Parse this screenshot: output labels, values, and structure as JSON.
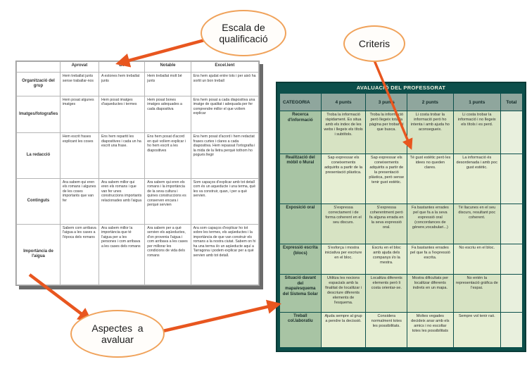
{
  "callouts": {
    "escala": [
      "Escala de",
      "qualificació"
    ],
    "criteris": "Criteris",
    "aspectes": [
      "Aspectes  a",
      "avaluar"
    ]
  },
  "left_rubric": {
    "headers": [
      "",
      "Aprovat",
      "Bé",
      "Notable",
      "Excel.lent"
    ],
    "rows": [
      {
        "label": "Organització del grup",
        "cells": [
          "Hem treballat junts sense traballar-nos",
          "A estones hem treballat junts",
          "Hem treballat molt bé junts",
          "Ens hem ajudat entre tots i per això ha sortit un bon treball"
        ]
      },
      {
        "label": "Imatges/fotografies",
        "cells": [
          "Hem posat algunes imatges",
          "Hem posat imatges d'aqueductes i termes",
          "Hem posat bones imatges adequades a cada diapositiva",
          "Ens hem posat a cada diapositiva una imatge de qualitat i adequada per fer comprendre millor el que volíem explicar"
        ]
      },
      {
        "label": "La redacció",
        "cells": [
          "Hem escrit frases explicant les coses",
          "Ens hem repartit les diapositives i cada un ha escrit una frase.",
          "Ens hem posat d'acord en què volíem explicar i ho hem escrit a les diapositives",
          "Ens hem posat d'acord i hem redactat frases curtes i clares a cada diapositiva. Hem repassat l'ortografia i la mida de la lletra perquè tothom ho pogués llegir"
        ]
      },
      {
        "label": "Continguts",
        "cells": [
          "Ara sabem qui eren els romans i algunes de les coses importants que van fer",
          "Ara sabem millor qui eren els romans i que van fer unes construccions importants relacionades amb l'aigua",
          "Ara sabem qui eren els romans i la importància de la seva cultura i quines construccions es conserven encara i perquè servien",
          "Som capaços d'explicar amb tot detall com és un aqueducte i una terma, què les va construir, quan, i per a què servien."
        ]
      },
      {
        "label": "Importància de l'aigua",
        "cells": [
          "Sabem com arribava l'aigua a les cases a l'època dels romans",
          "Ara sabem millor la importància que té l'aigua per a les persones i com arribava a les cases dels romans",
          "Ara sabem per a què servien els aqüeductes, d'on provenia l'aigua i com arribava a les cases per millorar les condicions de vida dels romans",
          "Ara som capaços d'explicar ho tot sobre les termes, els aqüeductes i la importància de que van construir els romans a la nostra ciutat. Sabem on hi ha una terma i/o un aqüeducte aquí a Tarragona i podem explicar per a què servien amb tot detall."
        ]
      }
    ]
  },
  "right_rubric": {
    "title": "AVALUACIÓ DEL PROFESSORAT",
    "headers": [
      "CATEGORIA",
      "4 punts",
      "3 punts",
      "2 punts",
      "1 punts",
      "Total"
    ],
    "rows": [
      {
        "label": "Recerca d'informació",
        "cells": [
          "Troba la informació ràpidament. Es situa amb els index de les webs i llegeix els títols i subtítols.",
          "Troba la informació però llegeix tota la pàgina per trobar el que busca.",
          "Li costa trobar la informació però ho intenta i amb ajuda ho aconsegueix.",
          "Li costa trobar la informació i no llegeix els títols i es perd."
        ]
      },
      {
        "label": "Realització del mòbil o Mural",
        "cells": [
          "Sap expressar els coneixements adquirits a partir de la presentació plàstica.",
          "Sap expressar els coneixements adquirits a partir de la presentació plàstica, però sense tenir gust estètic.",
          "Té gust estètic però les idees no queden clares.",
          "La informació és desordenada i amb poc gust estètic."
        ]
      },
      {
        "label": "Exposició oral",
        "cells": [
          "S'expressa correctament i de forma coherent en el seu discurs.",
          "S'expressa coherentment però fa alguna errada en la seva expressió oral.",
          "Fa bastantes errades pel que fa a la seva expressió oral (concordances de gènere,vocabulari...)",
          "Té llacunes en el seu discurs, resultant poc coherent."
        ]
      },
      {
        "label": "Expressió escrita (blocs)",
        "cells": [
          "S'esforça i mostra iniciativa per escriure en el bloc.",
          "Escriu en el bloc amb ajuda dels companys i/o la mestra.",
          "Fa bastantes errades pel que fa a l'expressió escrita.",
          "No escriu en el bloc."
        ]
      },
      {
        "label": "Situació davant del mapa/esquema del Sistema Solar",
        "cells": [
          "Utilitza les nocions espacials amb la finalitat de localitzar i descriure diferents elements de l'esquema.",
          "Localitza diferents elements però li costa orientar-se.",
          "Mostra dificultats per localitzar diferents indrets en un mapa.",
          "No entén la representació gràfica de l'espai."
        ]
      },
      {
        "label": "Treball col.laboratiu",
        "cells": [
          "Ajuda sempre al grup a pendre la decissió.",
          "Considera normalment totes les possibilitats.",
          "Moltes vegades decideix anar amb els amics i no escoltar totes les possibilitats",
          "Sempre vol tenir raó."
        ]
      }
    ]
  },
  "colors": {
    "callout_border": "#f0a25a",
    "arrow": "#e8561f",
    "green_frame": "#0c4f4b",
    "green_header": "#8fa69d",
    "green_rowhead": "#a8c4a4",
    "green_cell": "#d7e3c3"
  }
}
